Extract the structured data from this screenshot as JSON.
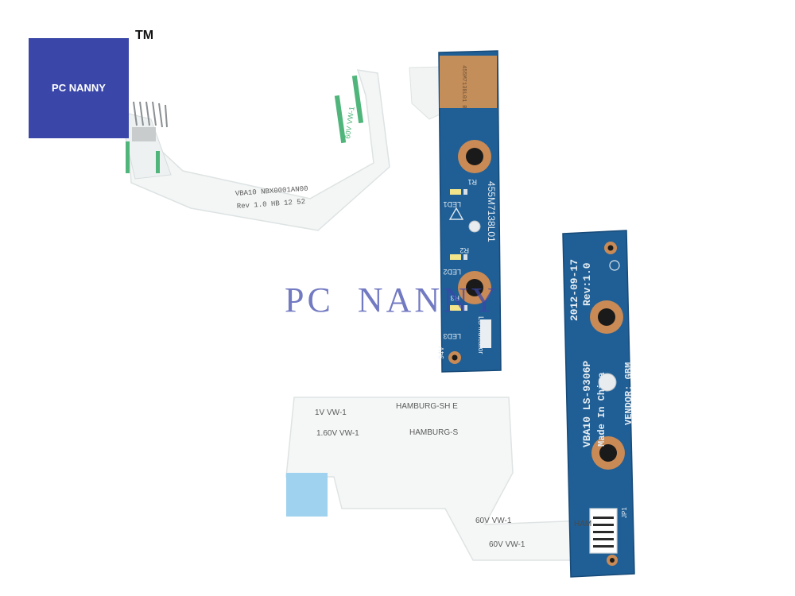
{
  "brand": {
    "logo_text": "PC NANNY",
    "trademark": "TM",
    "watermark": "PC  NANNY",
    "logo_color": "#3a47a8",
    "board_color": "#1f5f96",
    "copper_color": "#c98a55"
  },
  "cable_top": {
    "label_line1": "VBA10 NBX0001AN00",
    "label_line2": "Rev 1.0  HB  12 52",
    "side_text": "60V VW-1"
  },
  "cable_bottom": {
    "text_1": "1V VW-1",
    "text_2": "1.60V VW-1",
    "text_3": "HAMBURG-SH E",
    "text_4": "HAMBURG-S",
    "text_5": "60V  VW-1",
    "text_6": "60V  VW-1"
  },
  "board_left": {
    "part_number": "455M7138L01",
    "led1": "LED1",
    "led2": "LED2",
    "led3": "LED3",
    "r1": "R1",
    "r2": "R2",
    "r3": "R3",
    "indicator": "LS indicator",
    "sticker": "455M7138L01 B",
    "mark": "94V"
  },
  "board_right": {
    "model_line": "VBA10  LS-9306P",
    "date_line": "2012-09-17",
    "rev_line": "Rev:1.0",
    "made_line": "Made In China",
    "vendor_line": "VENDOR: GBM",
    "connector_label": "JP1",
    "cable_tab": "HAM"
  }
}
